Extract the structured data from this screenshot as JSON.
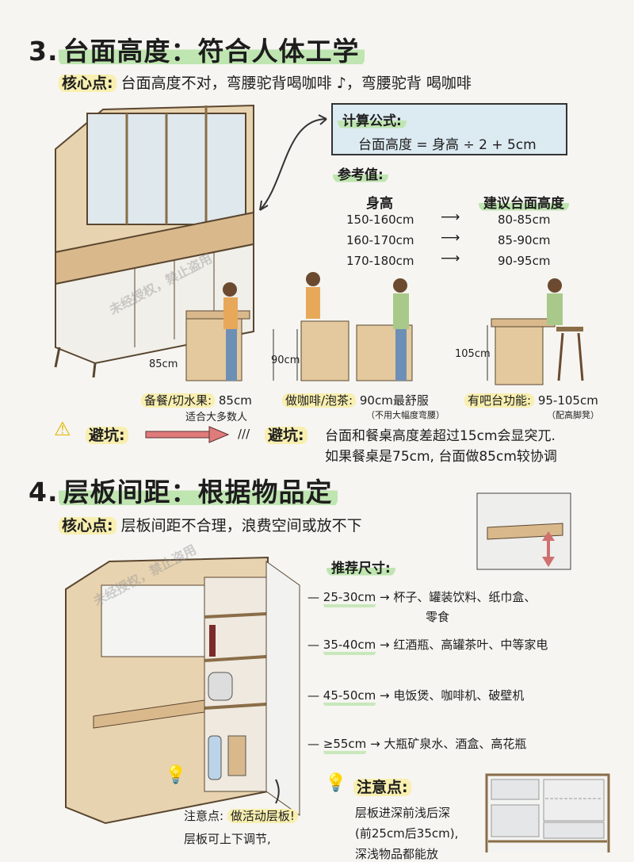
{
  "section3": {
    "title_num": "3.",
    "title": "台面高度：符合人体工学",
    "core_label": "核心点:",
    "core_text": "台面高度不对，弯腰驼背喝咖啡",
    "core_text2": "，弯腰驼背 喝咖啡",
    "formula_label": "计算公式:",
    "formula": "台面高度 = 身高 ÷ 2 + 5cm",
    "ref_label": "参考值:",
    "table_headers": [
      "身高",
      "建议台面高度"
    ],
    "table_rows": [
      {
        "height": "150-160cm",
        "counter": "80-85cm"
      },
      {
        "height": "160-170cm",
        "counter": "85-90cm"
      },
      {
        "height": "170-180cm",
        "counter": "90-95cm"
      }
    ],
    "measures": [
      "85cm",
      "90cm",
      "105cm"
    ],
    "scenes": [
      {
        "label": "备餐/切水果:",
        "value": "85cm",
        "note": "适合大多数人"
      },
      {
        "label": "做咖啡/泡茶:",
        "value": "90cm最舒服",
        "note": "（不用大幅度弯腰）"
      },
      {
        "label": "有吧台功能:",
        "value": "95-105cm",
        "note": "（配高脚凳）"
      }
    ],
    "warn_label": "避坑:",
    "warn_label2": "避坑:",
    "warn_line1": "台面和餐桌高度差超过15cm会显突兀.",
    "warn_line2": "如果餐桌是75cm, 台面做85cm较协调"
  },
  "section4": {
    "title_num": "4.",
    "title": "层板间距：根据物品定",
    "core_label": "核心点:",
    "core_text": "层板间距不合理，浪费空间或放不下",
    "rec_label": "推荐尺寸:",
    "rows": [
      {
        "size": "25-30cm",
        "items": "杯子、罐装饮料、纸巾盒、",
        "items2": "零食"
      },
      {
        "size": "35-40cm",
        "items": "红酒瓶、高罐茶叶、中等家电"
      },
      {
        "size": "45-50cm",
        "items": "电饭煲、咖啡机、破壁机"
      },
      {
        "size": "≥55cm",
        "items": "大瓶矿泉水、酒盒、高花瓶"
      }
    ],
    "note_left_label": "注意点:",
    "note_left_hl": "做活动层板!",
    "note_left_line2": "层板可上下调节,",
    "note_label": "注意点:",
    "note_lines": [
      "层板进深前浅后深",
      "(前25cm后35cm),",
      "深浅物品都能放"
    ]
  },
  "watermark": "未经授权，禁止盗用",
  "colors": {
    "green_highlight": "#bfe5b1",
    "yellow_highlight": "#f8efb0",
    "formula_box": "#dceaf2",
    "wood": "#d9b98c",
    "warning_arrow": "#e07b7b"
  }
}
